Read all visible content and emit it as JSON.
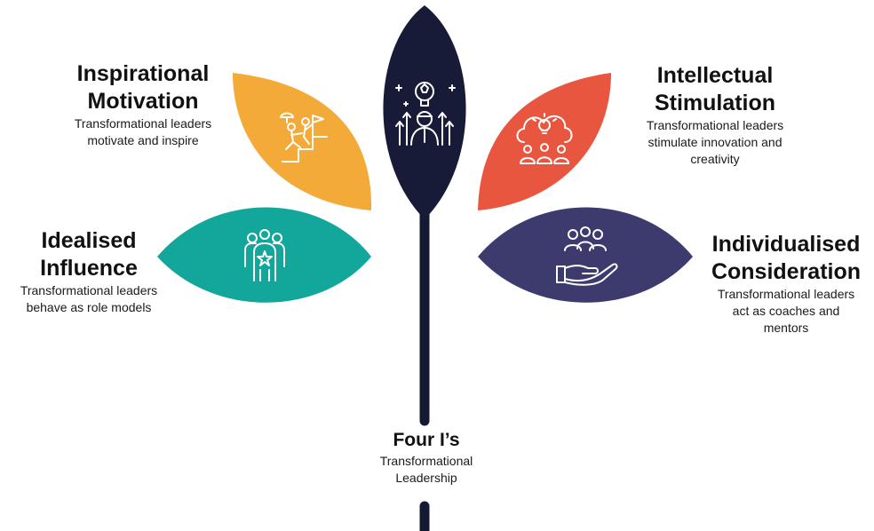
{
  "center": {
    "title": "Four I’s",
    "subtitle_lines": [
      "Transformational",
      "Leadership"
    ],
    "stem_color": "#151a33"
  },
  "petals": {
    "top": {
      "name": "Leadership idea",
      "color": "#181b38"
    },
    "inspirational": {
      "title_lines": [
        "Inspirational",
        "Motivation"
      ],
      "desc_lines": [
        "Transformational leaders",
        "motivate and inspire"
      ],
      "color": "#f4aa38",
      "icon": "climbing-to-flag-icon"
    },
    "idealised": {
      "title_lines": [
        "Idealised",
        "Influence"
      ],
      "desc_lines": [
        "Transformational leaders",
        "behave as role models"
      ],
      "color": "#13a69a",
      "icon": "team-star-leader-icon"
    },
    "intellectual": {
      "title_lines": [
        "Intellectual",
        "Stimulation"
      ],
      "desc_lines": [
        "Transformational leaders",
        "stimulate innovation and",
        "creativity"
      ],
      "color": "#e8563f",
      "icon": "idea-cloud-team-icon"
    },
    "individualised": {
      "title_lines": [
        "Individualised",
        "Consideration"
      ],
      "desc_lines": [
        "Transformational leaders",
        "act as coaches and",
        "mentors"
      ],
      "color": "#3d3b6e",
      "icon": "hand-holding-people-icon"
    }
  }
}
